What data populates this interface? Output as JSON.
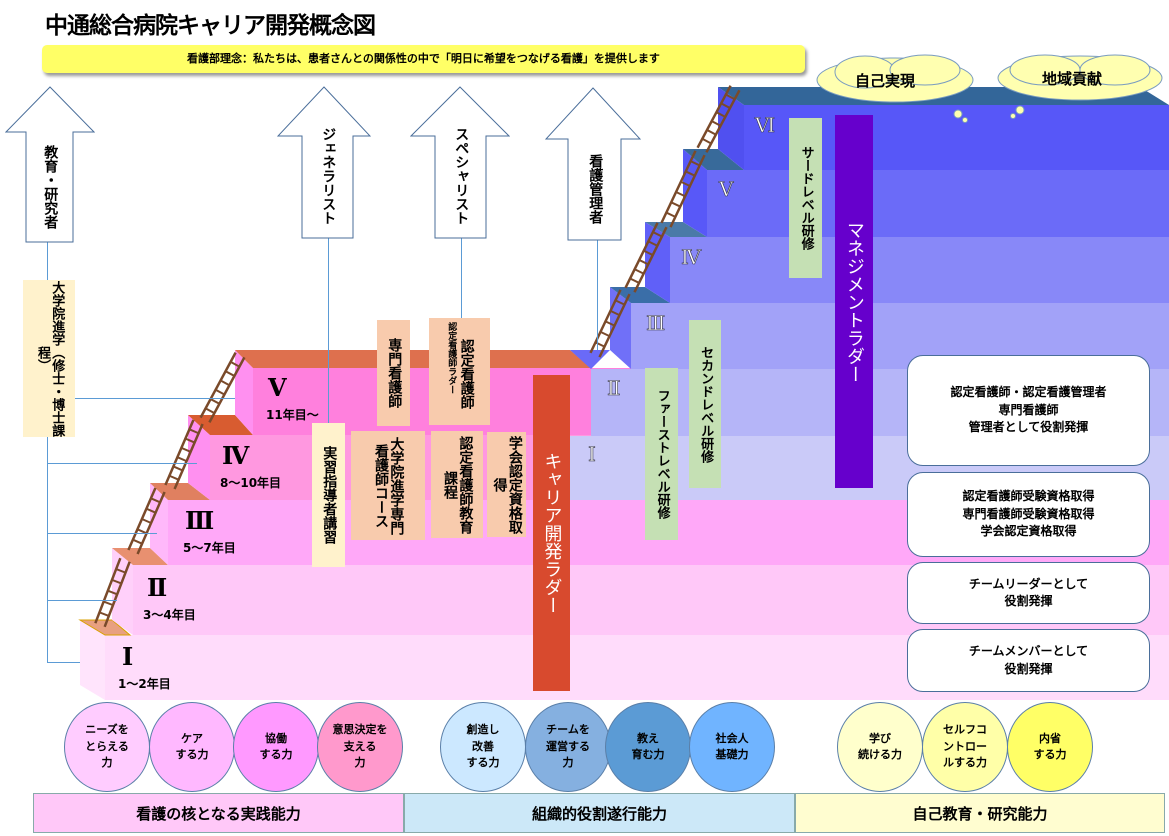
{
  "title": "中通総合病院キャリア開発概念図",
  "philosophy": "看護部理念：私たちは、患者さんとの関係性の中で「明日に希望をつなげる看護」を提供します",
  "goals": [
    "自己実現",
    "地域貢献"
  ],
  "paths": {
    "educator": "教育・研究者",
    "generalist": "ジェネラリスト",
    "specialist": "スペシャリスト",
    "manager": "看護管理者"
  },
  "grad_school": "大学院進学（修士・博士課程）",
  "career_levels": [
    {
      "roman": "Ⅰ",
      "years": "1～2年目"
    },
    {
      "roman": "Ⅱ",
      "years": "3～4年目"
    },
    {
      "roman": "Ⅲ",
      "years": "5～7年目"
    },
    {
      "roman": "Ⅳ",
      "years": "8～10年目"
    },
    {
      "roman": "Ⅴ",
      "years": "11年目～"
    }
  ],
  "management_levels": [
    "Ⅰ",
    "Ⅱ",
    "Ⅲ",
    "Ⅳ",
    "Ⅴ",
    "Ⅵ"
  ],
  "programs": {
    "preceptor": "実習指導者講習",
    "cns": "専門看護師",
    "cn": "認定看護師",
    "cn_ladder": "認定看護師ラダー",
    "grad_cns": "大学院進学専門看護師コース",
    "cn_course": "認定看護師教育課程",
    "society_cert": "学会認定資格取得"
  },
  "ladders": {
    "career": "キャリア開発ラダー",
    "management": "マネジメントラダー"
  },
  "training": {
    "first": "ファーストレベル研修",
    "second": "セカンドレベル研修",
    "third": "サードレベル研修"
  },
  "roles": [
    "認定看護師・認定看護管理者\n専門看護師\n管理者として役割発揮",
    "認定看護師受験資格取得\n専門看護師受験資格取得\n学会認定資格取得",
    "チームリーダーとして\n役割発揮",
    "チームメンバーとして\n役割発揮"
  ],
  "competencies": [
    {
      "label": "ニーズを\nとらえる\n力",
      "color": "#ffccff"
    },
    {
      "label": "ケア\nする力",
      "color": "#ffb8ff"
    },
    {
      "label": "協働\nする力",
      "color": "#ff99ff"
    },
    {
      "label": "意思決定を\n支える\n力",
      "color": "#ff99cc"
    },
    {
      "label": "創造し\n改善\nする力",
      "color": "#cce8ff"
    },
    {
      "label": "チームを\n運営する\n力",
      "color": "#85b0e0"
    },
    {
      "label": "教え\n育む力",
      "color": "#5b9bd5"
    },
    {
      "label": "社会人\n基礎力",
      "color": "#70b4ff"
    },
    {
      "label": "学び\n続ける力",
      "color": "#ffffcc"
    },
    {
      "label": "セルフコ\nントロー\nルする力",
      "color": "#ffffa8"
    },
    {
      "label": "内省\nする力",
      "color": "#ffff66"
    }
  ],
  "categories": [
    {
      "label": "看護の核となる実践能力",
      "color": "#ffc8f8"
    },
    {
      "label": "組織的役割遂行能力",
      "color": "#cce8f8"
    },
    {
      "label": "自己教育・研究能力",
      "color": "#fffdd0"
    }
  ]
}
